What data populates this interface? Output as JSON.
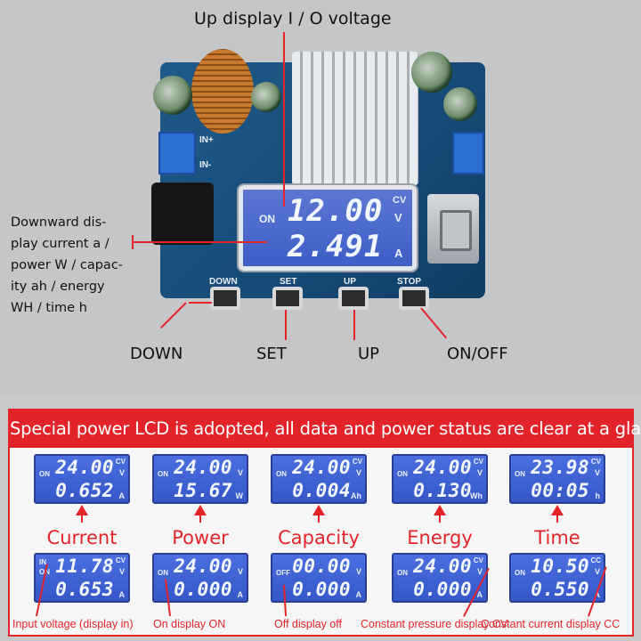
{
  "captions": {
    "top": "Up display I / O voltage",
    "left_lines": [
      "Downward dis-",
      "play current a /",
      "power W / capac-",
      "ity ah / energy",
      "WH / time h"
    ],
    "down": "DOWN",
    "set": "SET",
    "up": "UP",
    "onoff": "ON/OFF"
  },
  "board": {
    "silk": {
      "down": "DOWN",
      "set": "SET",
      "up": "UP",
      "stop": "STOP",
      "in_plus": "IN+",
      "in_minus": "IN-"
    },
    "lcd": {
      "on": "ON",
      "line1": "12.00",
      "line1_top_unit": "CV",
      "line1_unit": "V",
      "line2": "2.491",
      "line2_unit": "A"
    }
  },
  "banner": "Special power LCD is adopted, all data and power status are clear at a glance",
  "modes": [
    "Current",
    "Power",
    "Capacity",
    "Energy",
    "Time"
  ],
  "top_lcds": [
    {
      "side": "ON",
      "l1": "24.00",
      "top_u": "CV",
      "u1": "V",
      "l2": "0.652",
      "u2": "A"
    },
    {
      "side": "ON",
      "l1": "24.00",
      "top_u": "",
      "u1": "V",
      "l2": "15.67",
      "u2": "W"
    },
    {
      "side": "ON",
      "l1": "24.00",
      "top_u": "CV",
      "u1": "V",
      "l2": "0.004",
      "u2": "Ah"
    },
    {
      "side": "ON",
      "l1": "24.00",
      "top_u": "CV",
      "u1": "V",
      "l2": "0.130",
      "u2": "Wh"
    },
    {
      "side": "ON",
      "l1": "23.98",
      "top_u": "CV",
      "u1": "V",
      "l2": "00:05",
      "u2": "h"
    }
  ],
  "bottom_lcds": [
    {
      "side_top": "IN",
      "side": "ON",
      "l1": "11.78",
      "top_u": "CV",
      "u1": "V",
      "l2": "0.653",
      "u2": "A"
    },
    {
      "side_top": "",
      "side": "ON",
      "l1": "24.00",
      "top_u": "",
      "u1": "V",
      "l2": "0.000",
      "u2": "A"
    },
    {
      "side_top": "",
      "side": "OFF",
      "l1": "00.00",
      "top_u": "",
      "u1": "V",
      "l2": "0.000",
      "u2": "A"
    },
    {
      "side_top": "",
      "side": "ON",
      "l1": "24.00",
      "top_u": "CV",
      "u1": "V",
      "l2": "0.000",
      "u2": "A"
    },
    {
      "side_top": "",
      "side": "ON",
      "l1": "10.50",
      "top_u": "CC",
      "u1": "V",
      "l2": "0.550",
      "u2": "A"
    }
  ],
  "notes": [
    "Input voltage (display in)",
    "On display ON",
    "Off display off",
    "Constant pressure display CV",
    "Constant current display CC"
  ],
  "colors": {
    "accent_red": "#e5242a",
    "lcd_blue": "#3e5ec7",
    "board_blue": "#164a76"
  }
}
